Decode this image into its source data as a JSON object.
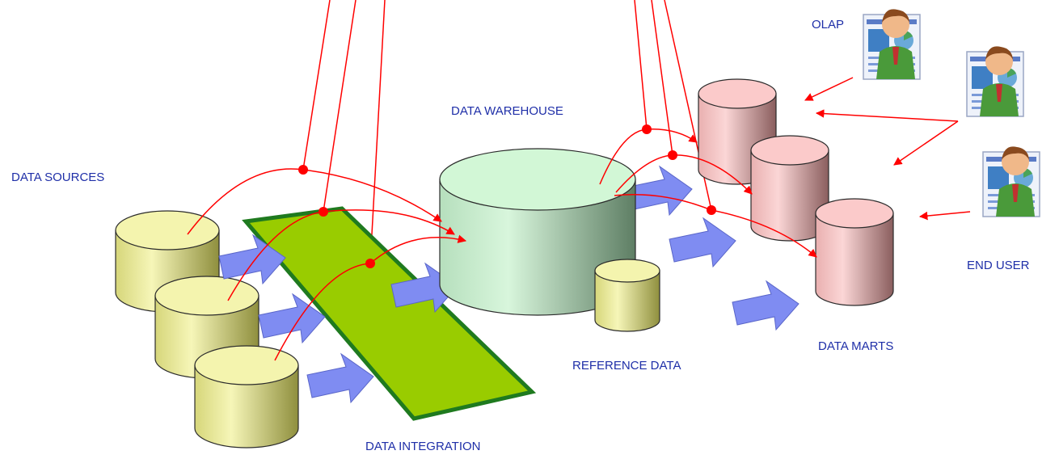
{
  "labels": {
    "data_sources": "DATA SOURCES",
    "data_integration": "DATA INTEGRATION",
    "data_warehouse": "DATA WAREHOUSE",
    "reference_data": "REFERENCE DATA",
    "data_marts": "DATA MARTS",
    "olap": "OLAP",
    "end_user": "END USER"
  },
  "colors": {
    "label_text": "#1f2fa8",
    "source_db": "#e8e89a",
    "warehouse_db": "#c9f0cf",
    "mart_db": "#f2bcbc",
    "reference_db": "#eded9a",
    "integration_band": "#99cc00",
    "integration_border": "#1f7a1f",
    "flow_arrow": "#7f8cf2",
    "lineage_line": "#ff0000"
  },
  "icons": [
    "database-cylinder",
    "flow-arrow",
    "user-icon",
    "dashboard-screen-icon"
  ]
}
